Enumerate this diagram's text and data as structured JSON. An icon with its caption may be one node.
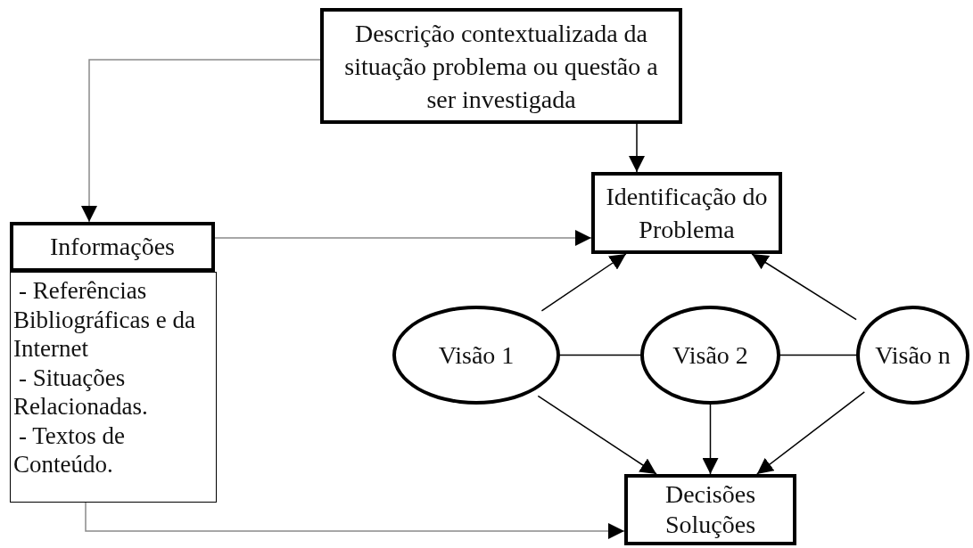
{
  "diagram": {
    "nodes": [
      {
        "text": [
          "Descrição contextualizada da situação problema ou questão a ser investigada"
        ]
      },
      {
        "text": [
          "Informações"
        ]
      },
      {
        "text": [
          "- Referências Bibliográficas e da Internet",
          "- Situações Relacionadas.",
          "- Textos de Conteúdo."
        ]
      },
      {
        "text": [
          "Identificação do Problema"
        ]
      },
      {
        "text": [
          "Visão 1"
        ]
      },
      {
        "text": [
          "Visão 2"
        ]
      },
      {
        "text": [
          "Visão n"
        ]
      },
      {
        "text": [
          "Decisões Soluções"
        ]
      }
    ],
    "edges": [
      {
        "from": 0,
        "to": 1,
        "arrow": "to",
        "color": "#8a8a8a"
      },
      {
        "from": 0,
        "to": 3,
        "arrow": "to"
      },
      {
        "from": 1,
        "to": 3,
        "arrow": "to",
        "color": "#8a8a8a"
      },
      {
        "from": 4,
        "to": 3,
        "arrow": "to"
      },
      {
        "from": 6,
        "to": 3,
        "arrow": "to"
      },
      {
        "from": 4,
        "to": 5,
        "arrow": "none"
      },
      {
        "from": 5,
        "to": 6,
        "arrow": "none"
      },
      {
        "from": 4,
        "to": 7,
        "arrow": "to"
      },
      {
        "from": 5,
        "to": 7,
        "arrow": "to"
      },
      {
        "from": 6,
        "to": 7,
        "arrow": "to"
      },
      {
        "from": 2,
        "to": 7,
        "arrow": "to",
        "color": "#8a8a8a"
      }
    ]
  }
}
